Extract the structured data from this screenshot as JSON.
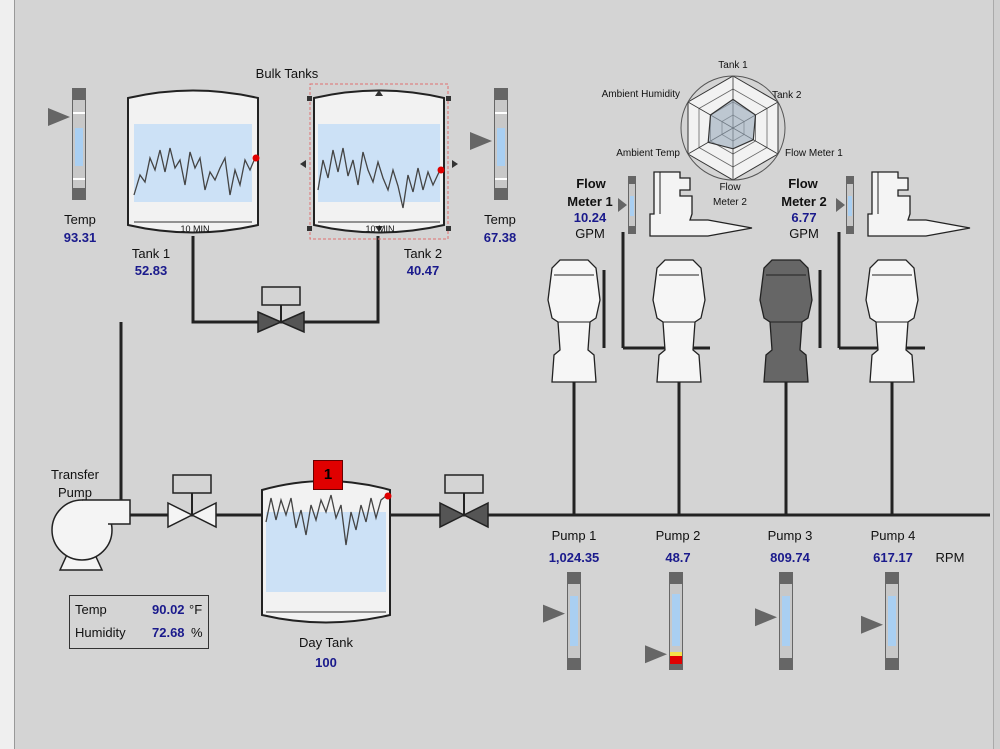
{
  "title": "Bulk Tanks",
  "tanks": {
    "tank1": {
      "label": "Tank 1",
      "value": "52.83",
      "time": "10 MIN"
    },
    "tank2": {
      "label": "Tank 2",
      "value": "40.47",
      "time": "10 MIN"
    },
    "day_tank": {
      "label": "Day Tank",
      "value": "100",
      "alarm": "1"
    }
  },
  "temps": {
    "left": {
      "label": "Temp",
      "value": "93.31"
    },
    "right": {
      "label": "Temp",
      "value": "67.38"
    }
  },
  "transfer_pump": {
    "line1": "Transfer",
    "line2": "Pump"
  },
  "env": {
    "temp_label": "Temp",
    "temp_value": "90.02",
    "temp_unit": "°F",
    "hum_label": "Humidity",
    "hum_value": "72.68",
    "hum_unit": "%"
  },
  "flow_meters": [
    {
      "line1": "Flow",
      "line2": "Meter 1",
      "value": "10.24",
      "unit": "GPM"
    },
    {
      "line1": "Flow",
      "line2": "Meter 2",
      "value": "6.77",
      "unit": "GPM"
    }
  ],
  "radar": {
    "axes": [
      "Tank 1",
      "Tank 2",
      "Flow Meter 1",
      "Flow Meter 2",
      "Ambient Temp",
      "Ambient Humidity"
    ],
    "levels": [
      0.55,
      0.5,
      0.45,
      0.4,
      0.55,
      0.5
    ]
  },
  "pumps": [
    {
      "label": "Pump 1",
      "value": "1,024.35",
      "level": 0.6,
      "state": "off"
    },
    {
      "label": "Pump 2",
      "value": "48.7",
      "level": 0.05,
      "state": "off"
    },
    {
      "label": "Pump 3",
      "value": "809.74",
      "level": 0.55,
      "state": "running"
    },
    {
      "label": "Pump 4",
      "value": "617.17",
      "level": 0.45,
      "state": "off"
    }
  ],
  "rpm_unit": "RPM",
  "colors": {
    "pipe": "#222222",
    "fill": "#cce1f6",
    "value": "#1a1a8c",
    "alarm": "#e00000",
    "pump_running": "#666666"
  }
}
